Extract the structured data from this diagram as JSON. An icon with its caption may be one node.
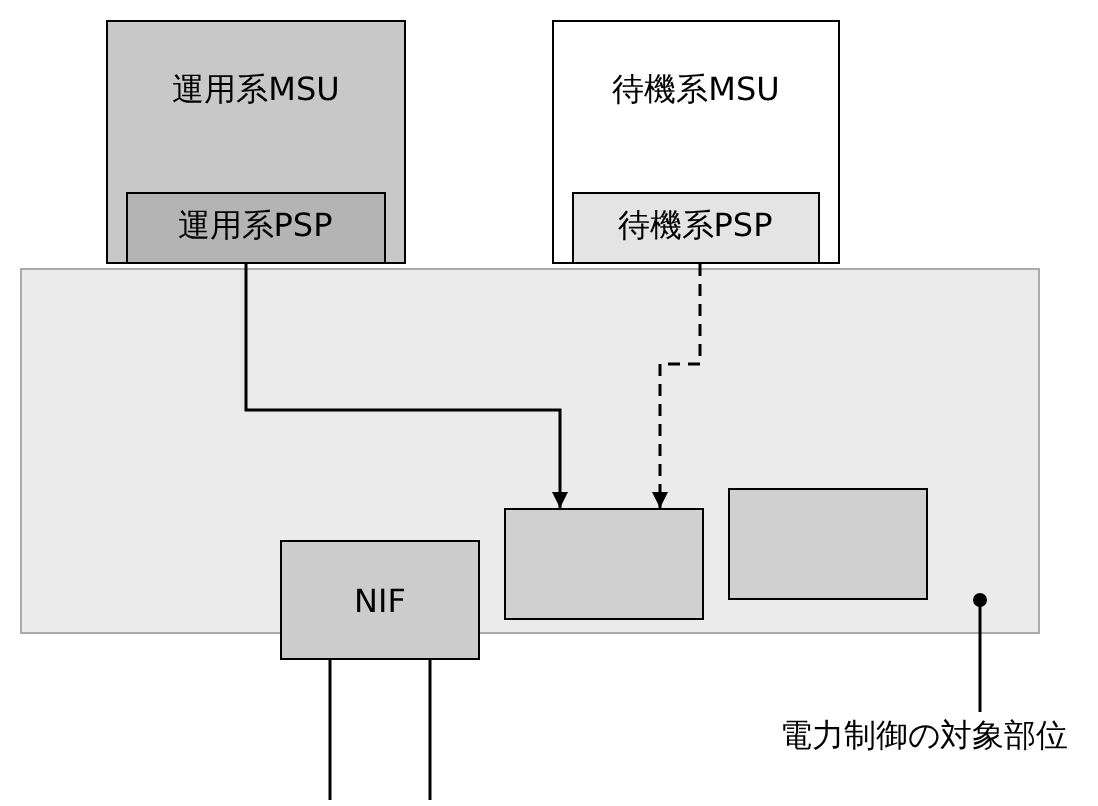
{
  "diagram": {
    "nodes": [
      {
        "text": [
          "運用系MSU"
        ]
      },
      {
        "text": [
          "運用系PSP"
        ],
        "in": 0
      },
      {
        "text": [
          "待機系MSU"
        ]
      },
      {
        "text": [
          "待機系PSP"
        ],
        "in": 2
      },
      {
        "text": [],
        "shape": "box"
      },
      {
        "text": [],
        "shape": "box",
        "in": 4
      },
      {
        "text": [],
        "shape": "box",
        "in": 4
      },
      {
        "text": [
          "NIF"
        ]
      },
      {
        "text": [
          "電力制御の対象部位"
        ]
      }
    ],
    "edges": [
      {
        "from": 1,
        "to": 5,
        "arrow": "to"
      },
      {
        "from": 3,
        "to": 5,
        "arrow": "to",
        "style": "dashed"
      },
      {
        "from": 7,
        "to": null,
        "arrow": "none"
      },
      {
        "from": 7,
        "to": null,
        "arrow": "none"
      },
      {
        "from": 8,
        "to": 4,
        "arrow": "other"
      }
    ]
  }
}
